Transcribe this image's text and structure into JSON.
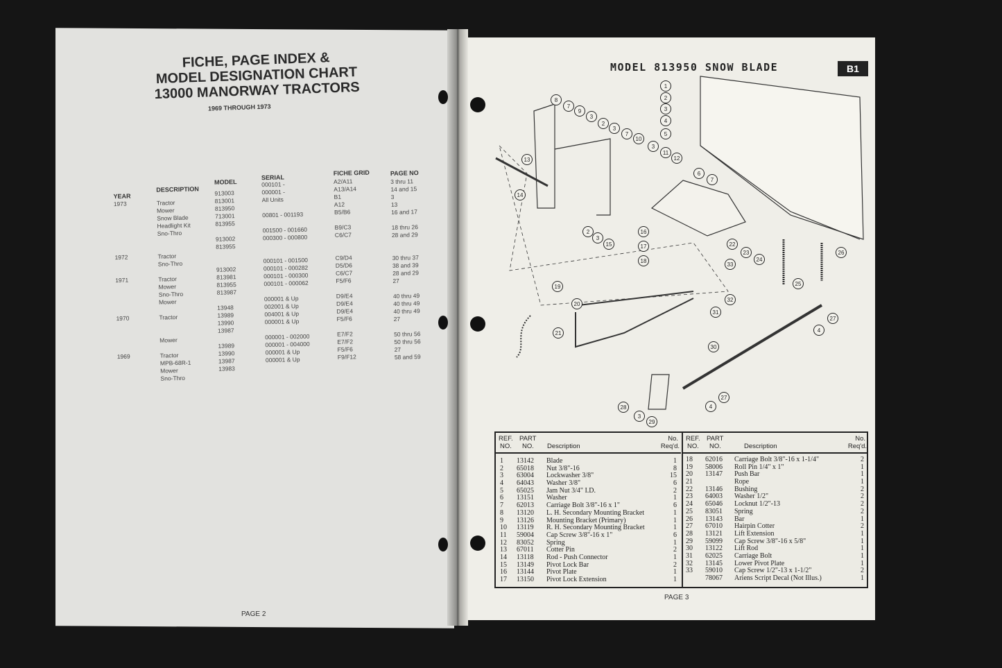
{
  "left_page": {
    "title_lines": [
      "FICHE, PAGE INDEX &",
      "MODEL DESIGNATION CHART",
      "13000 MANORWAY TRACTORS"
    ],
    "subtitle": "1969 THROUGH 1973",
    "headers": {
      "year": "YEAR",
      "description": "DESCRIPTION",
      "model": "MODEL",
      "serial": "SERIAL",
      "fiche": "FICHE GRID",
      "page": "PAGE NO"
    },
    "years": [
      {
        "y": "1973",
        "row": 1
      },
      {
        "y": "1972",
        "row": 8
      },
      {
        "y": "1971",
        "row": 11
      },
      {
        "y": "1970",
        "row": 16
      },
      {
        "y": "1969",
        "row": 21
      }
    ],
    "description": [
      "",
      "Tractor",
      "Mower",
      "Snow Blade",
      "Headlight Kit",
      "Sno-Thro",
      "",
      "",
      "Tractor",
      "Sno-Thro",
      "",
      "Tractor",
      "Mower",
      "Sno-Thro",
      "Mower",
      "",
      "Tractor",
      "",
      "",
      "Mower",
      "",
      "Tractor",
      "MPB-68R-1",
      "Mower",
      "Sno-Thro"
    ],
    "model": [
      "913003",
      "813001",
      "813950",
      "713001",
      "813955",
      "",
      "913002",
      "813955",
      "",
      "",
      "913002",
      "813981",
      "813955",
      "813987",
      "",
      "13948",
      "13989",
      "13990",
      "13987",
      "",
      "13989",
      "13990",
      "13987",
      "13983"
    ],
    "serial": [
      "000101 -",
      "000001 -",
      "All Units",
      "",
      "00801 - 001193",
      "",
      "001500 - 001660",
      "000300 - 000800",
      "",
      "",
      "000101 - 001500",
      "000101 - 000282",
      "000101 - 000300",
      "000101 - 000062",
      "",
      "000001 & Up",
      "002001 & Up",
      "004001 & Up",
      "000001 & Up",
      "",
      "000001 - 002000",
      "000001 - 004000",
      "000001 & Up",
      "000001 & Up"
    ],
    "fiche": [
      "A2/A11",
      "A13/A14",
      "B1",
      "A12",
      "B5/B6",
      "",
      "B9/C3",
      "C6/C7",
      "",
      "",
      "C9/D4",
      "D5/D6",
      "C6/C7",
      "F5/F6",
      "",
      "D9/E4",
      "D9/E4",
      "D9/E4",
      "F5/F6",
      "",
      "E7/F2",
      "E7/F2",
      "F5/F6",
      "F9/F12"
    ],
    "page": [
      "3 thru 11",
      "14 and 15",
      "3",
      "13",
      "16 and 17",
      "",
      "18 thru 26",
      "28 and 29",
      "",
      "",
      "30 thru 37",
      "38 and 39",
      "28 and 29",
      "27",
      "",
      "40 thru 49",
      "40 thru 49",
      "40 thru 49",
      "27",
      "",
      "50 thru 56",
      "50 thru 56",
      "27",
      "58 and 59"
    ],
    "page_number": "PAGE 2"
  },
  "right_page": {
    "title": "MODEL 813950 SNOW BLADE",
    "badge": "B1",
    "callouts": [
      "1",
      "2",
      "3",
      "4",
      "5",
      "6",
      "7",
      "8",
      "7",
      "9",
      "3",
      "2",
      "3",
      "7",
      "10",
      "3",
      "11",
      "12",
      "13",
      "14",
      "16",
      "17",
      "2",
      "3",
      "15",
      "18",
      "19",
      "20",
      "21",
      "22",
      "23",
      "24",
      "26",
      "25",
      "33",
      "32",
      "31",
      "27",
      "4",
      "30",
      "27",
      "4",
      "28",
      "3",
      "29"
    ],
    "table_headers": {
      "ref": [
        "REF.",
        "NO."
      ],
      "part": [
        "PART",
        "NO."
      ],
      "desc": "Description",
      "req": [
        "No.",
        "Req'd."
      ]
    },
    "parts_left": [
      [
        "1",
        "13142",
        "Blade",
        "1"
      ],
      [
        "2",
        "65018",
        "Nut 3/8\"-16",
        "8"
      ],
      [
        "3",
        "63004",
        "Lockwasher 3/8\"",
        "15"
      ],
      [
        "4",
        "64043",
        "Washer 3/8\"",
        "6"
      ],
      [
        "5",
        "65025",
        "Jam Nut 3/4\" I.D.",
        "2"
      ],
      [
        "6",
        "13151",
        "Washer",
        "1"
      ],
      [
        "7",
        "62013",
        "Carriage Bolt 3/8\"-16 x 1\"",
        "6"
      ],
      [
        "8",
        "13120",
        "L. H. Secondary Mounting Bracket",
        "1"
      ],
      [
        "9",
        "13126",
        "Mounting Bracket (Primary)",
        "1"
      ],
      [
        "10",
        "13119",
        "R. H. Secondary Mounting Bracket",
        "1"
      ],
      [
        "11",
        "59004",
        "Cap Screw 3/8\"-16 x 1\"",
        "6"
      ],
      [
        "12",
        "83052",
        "Spring",
        "1"
      ],
      [
        "13",
        "67011",
        "Cotter Pin",
        "2"
      ],
      [
        "14",
        "13118",
        "Rod - Push Connector",
        "1"
      ],
      [
        "15",
        "13149",
        "Pivot Lock Bar",
        "2"
      ],
      [
        "16",
        "13144",
        "Pivot Plate",
        "1"
      ],
      [
        "17",
        "13150",
        "Pivot Lock Extension",
        "1"
      ]
    ],
    "parts_right": [
      [
        "18",
        "62016",
        "Carriage Bolt 3/8\"-16 x 1-1/4\"",
        "2"
      ],
      [
        "19",
        "58006",
        "Roll Pin 1/4\" x 1\"",
        "1"
      ],
      [
        "20",
        "13147",
        "Push Bar",
        "1"
      ],
      [
        "21",
        "",
        "Rope",
        "1"
      ],
      [
        "22",
        "13146",
        "Bushing",
        "2"
      ],
      [
        "23",
        "64003",
        "Washer 1/2\"",
        "2"
      ],
      [
        "24",
        "65046",
        "Locknut 1/2\"-13",
        "2"
      ],
      [
        "25",
        "83051",
        "Spring",
        "2"
      ],
      [
        "26",
        "13143",
        "Bar",
        "1"
      ],
      [
        "27",
        "67010",
        "Hairpin Cotter",
        "2"
      ],
      [
        "28",
        "13121",
        "Lift Extension",
        "1"
      ],
      [
        "29",
        "59099",
        "Cap Screw 3/8\"-16 x 5/8\"",
        "1"
      ],
      [
        "30",
        "13122",
        "Lift Rod",
        "1"
      ],
      [
        "31",
        "62025",
        "Carriage Bolt",
        "1"
      ],
      [
        "32",
        "13145",
        "Lower Pivot Plate",
        "1"
      ],
      [
        "33",
        "59010",
        "Cap Screw  1/2\"-13 x 1-1/2\"",
        "2"
      ],
      [
        "",
        "78067",
        "Ariens Script Decal (Not Illus.)",
        "1"
      ]
    ],
    "page_number": "PAGE 3"
  }
}
